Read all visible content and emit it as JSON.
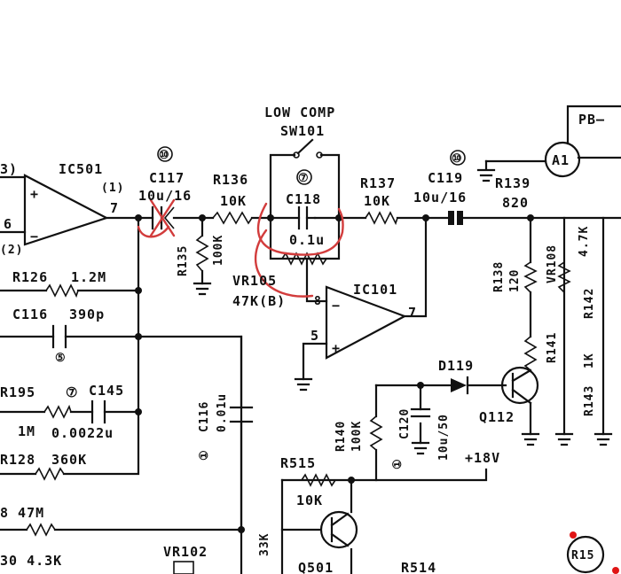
{
  "labels": {
    "ic501": "IC501",
    "pin1_top": "3)",
    "pin1_marker": "(1)",
    "pin7": "7",
    "pin6": "6",
    "pin2": "(2)",
    "marker_circle_a": "⑩",
    "c117_name": "C117",
    "c117_value": "10u/16",
    "r136_name": "R136",
    "r136_value": "10K",
    "r135": "R135",
    "r135_value": "100K",
    "low_comp": "LOW COMP",
    "sw101": "SW101",
    "marker_circle_b": "⑦",
    "c118_name": "C118",
    "c118_value": "0.1u",
    "vr105": "VR105",
    "vr105_value": "47K(B)",
    "pin8": "8",
    "ic101": "IC101",
    "ic101_pin7": "7",
    "ic101_pin5": "5",
    "r137_name": "R137",
    "r137_value": "10K",
    "marker_circle_c": "⑩",
    "c119_name": "C119",
    "c119_value": "10u/16",
    "r139_name": "R139",
    "r139_value": "820",
    "pb_label": "PB—",
    "a1": "A1",
    "r138": "R138",
    "r138_value": "120",
    "vr108": "VR108",
    "r_47k": "4.7K",
    "r141": "R141",
    "r142": "R142",
    "r143": "R143",
    "r143_value": "1K",
    "d119": "D119",
    "q112": "Q112",
    "r140": "R140",
    "r140_value": "100K",
    "c120": "C120",
    "c120_value": "10u/50",
    "plus18v": "+18V",
    "marker_circle_d": "①",
    "r126": "R126",
    "r126_value": "1.2M",
    "c116": "C116",
    "c116_value": "390p",
    "marker_circle_e": "⑤",
    "r195": "R195",
    "r195_value": "1M",
    "c145_marker": "⑦",
    "c145": "C145",
    "c145_value": "0.0022u",
    "r128": "R128",
    "r128_value": "360K",
    "marker_circle_f": "①",
    "c116b": "C116",
    "c116b_value": "0.01u",
    "r515": "R515",
    "r515_value": "10K",
    "r_47m": "8 47M",
    "r130": "30 4.3K",
    "vr102": "VR102",
    "r33k": "33K",
    "q501": "Q501",
    "r514": "R514",
    "r15": "R15"
  }
}
